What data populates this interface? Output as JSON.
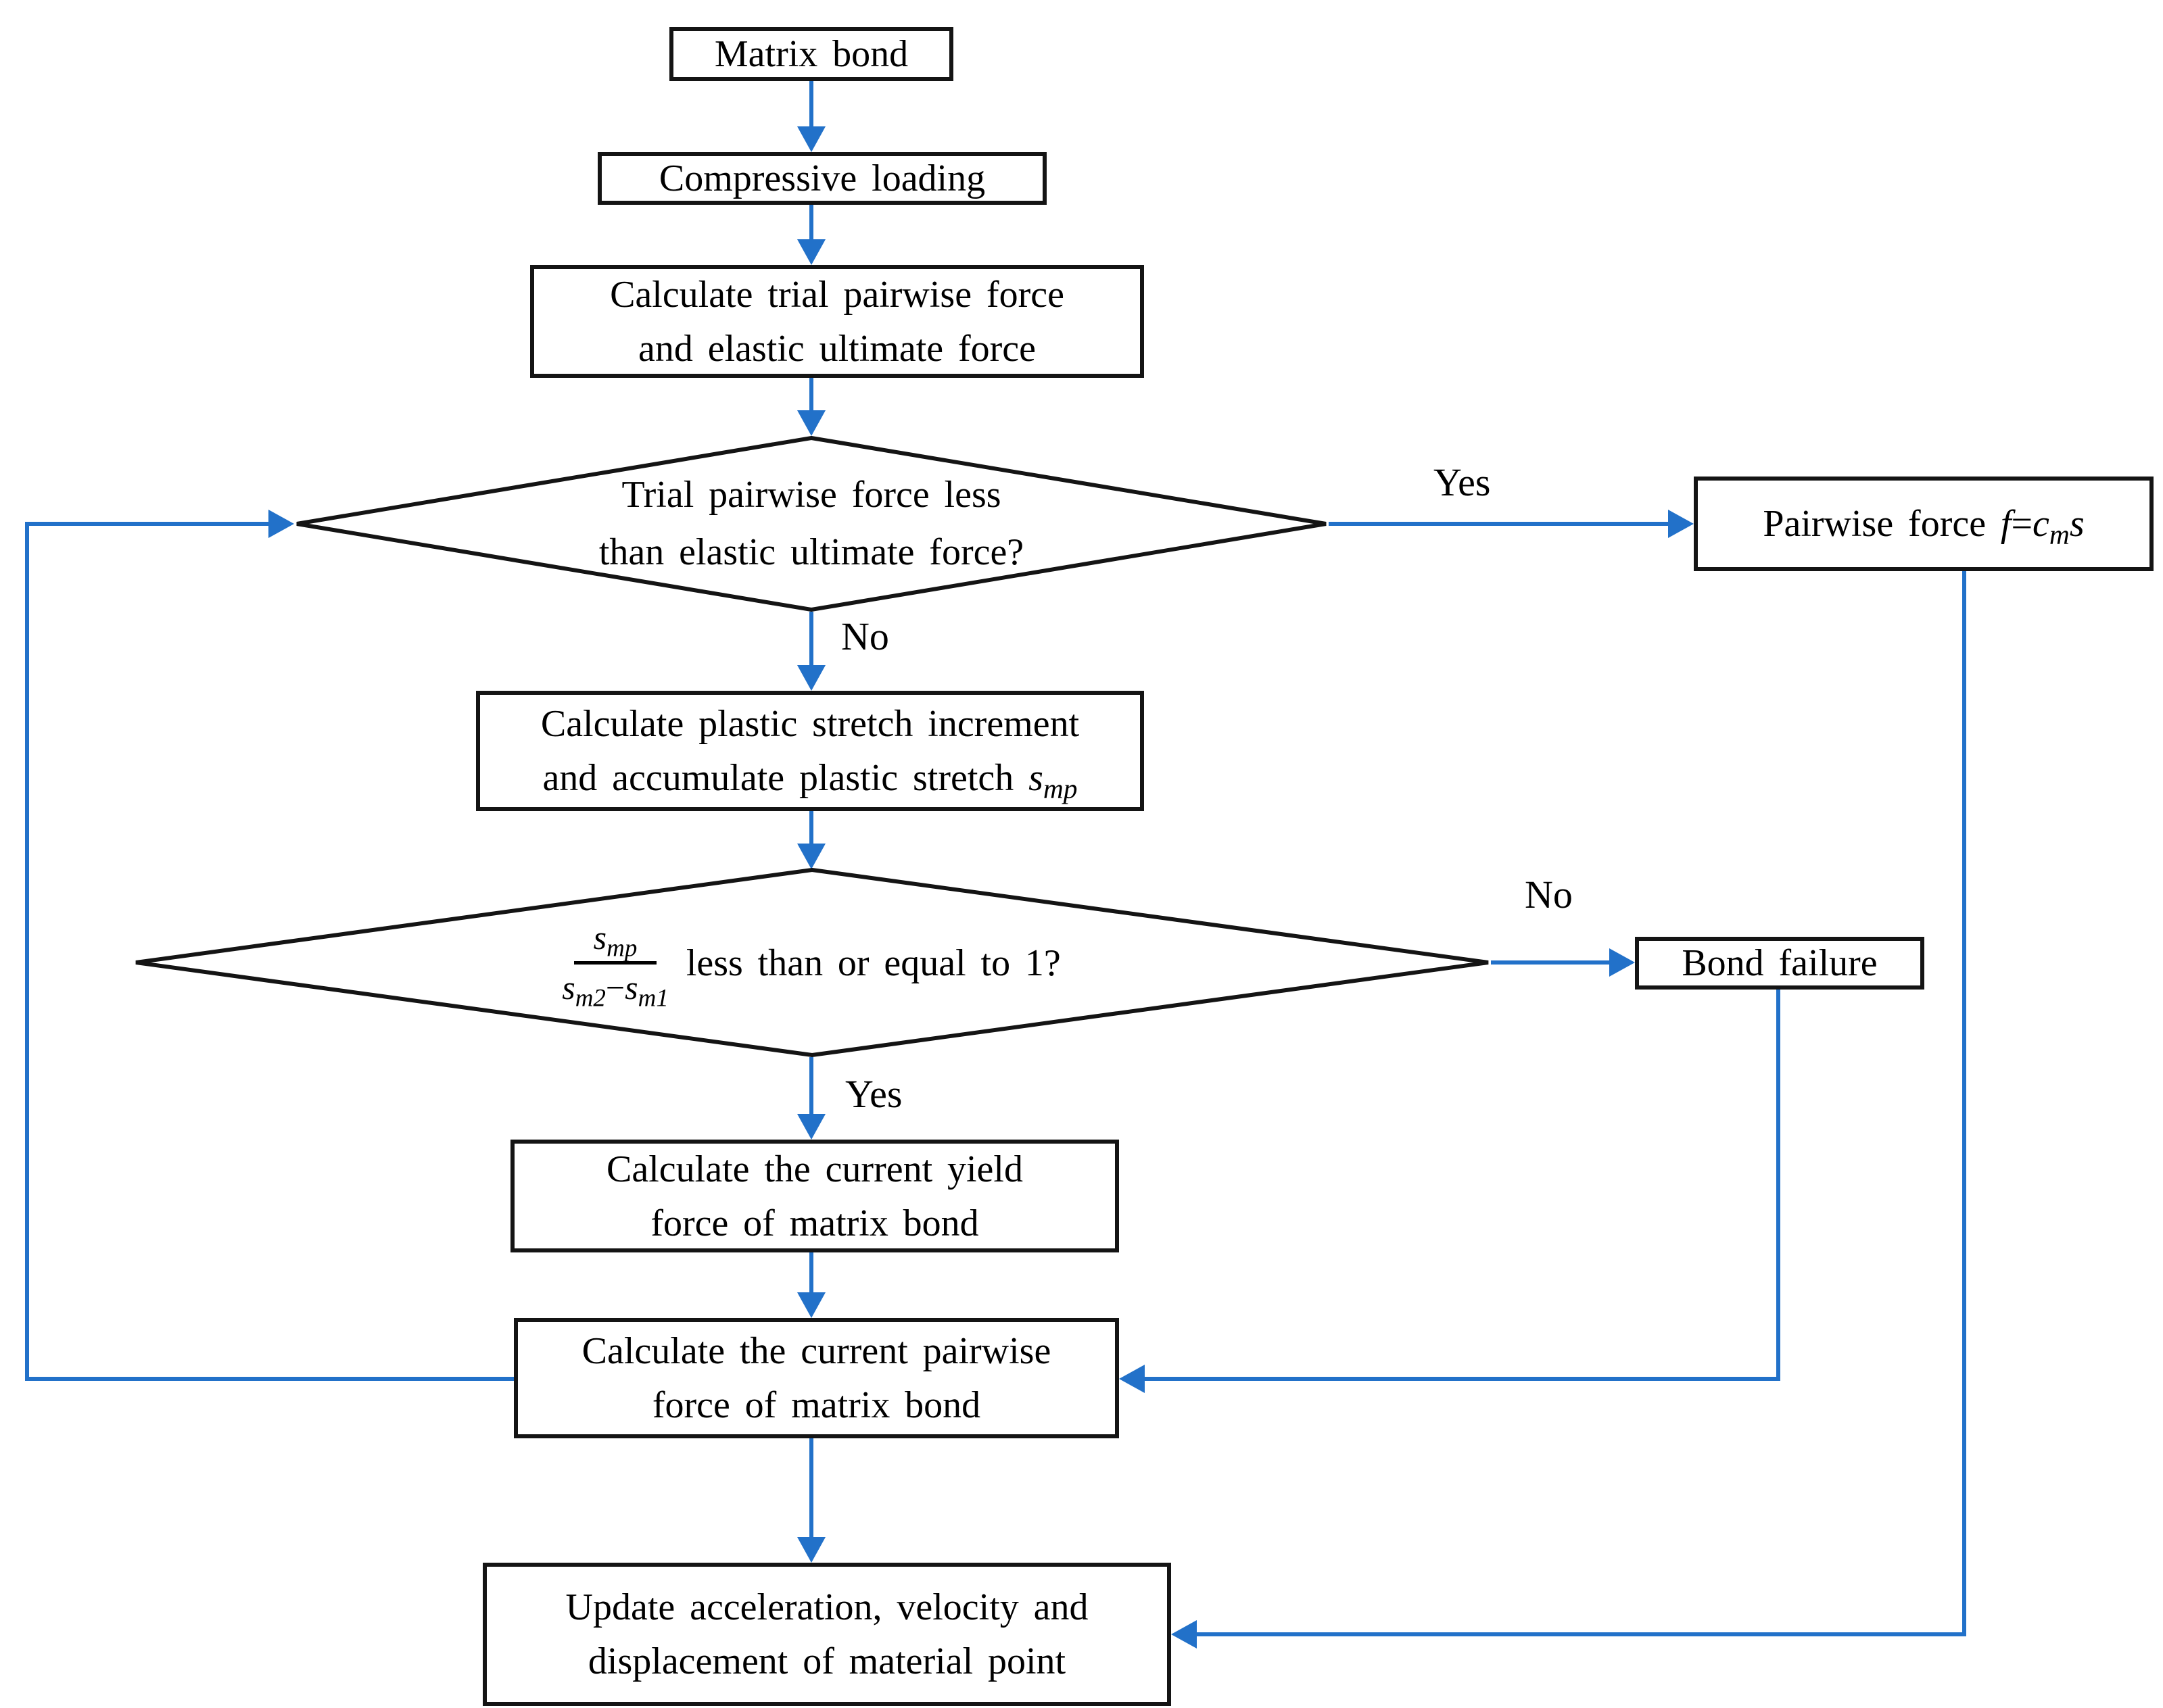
{
  "colors": {
    "accent_blue": "#2271c9",
    "shape_stroke": "#141414",
    "background": "#ffffff"
  },
  "labels": {
    "yes_top": "Yes",
    "no_mid": "No",
    "no_right": "No",
    "yes_bottom": "Yes"
  },
  "nodes": {
    "matrix_bond": {
      "label": "Matrix bond"
    },
    "compressive_loading": {
      "label": "Compressive loading"
    },
    "calc_trial": {
      "line1": "Calculate trial pairwise force",
      "line2": "and elastic ultimate force"
    },
    "decision_elastic": {
      "line1": "Trial pairwise force less",
      "line2": "than elastic ultimate force?"
    },
    "pairwise_force": {
      "prefix": "Pairwise force ",
      "f": "f",
      "eq": "=",
      "c": "c",
      "c_sub": "m",
      "s": "s"
    },
    "calc_plastic": {
      "line1": "Calculate plastic stretch increment",
      "line2_prefix": "and accumulate plastic stretch ",
      "s": "s",
      "s_sub": "mp"
    },
    "decision_stretch": {
      "num_s": "s",
      "num_sub": "mp",
      "den_s1": "s",
      "den_sub1": "m2",
      "minus": "−",
      "den_s2": "s",
      "den_sub2": "m1",
      "question": "less than or equal to 1?"
    },
    "bond_failure": {
      "label": "Bond failure"
    },
    "calc_yield": {
      "line1": "Calculate the current yield",
      "line2": "force of matrix bond"
    },
    "calc_current": {
      "line1": "Calculate the current pairwise",
      "line2": "force of matrix bond"
    },
    "update_motion": {
      "line1": "Update acceleration, velocity and",
      "line2": "displacement of material point"
    }
  }
}
